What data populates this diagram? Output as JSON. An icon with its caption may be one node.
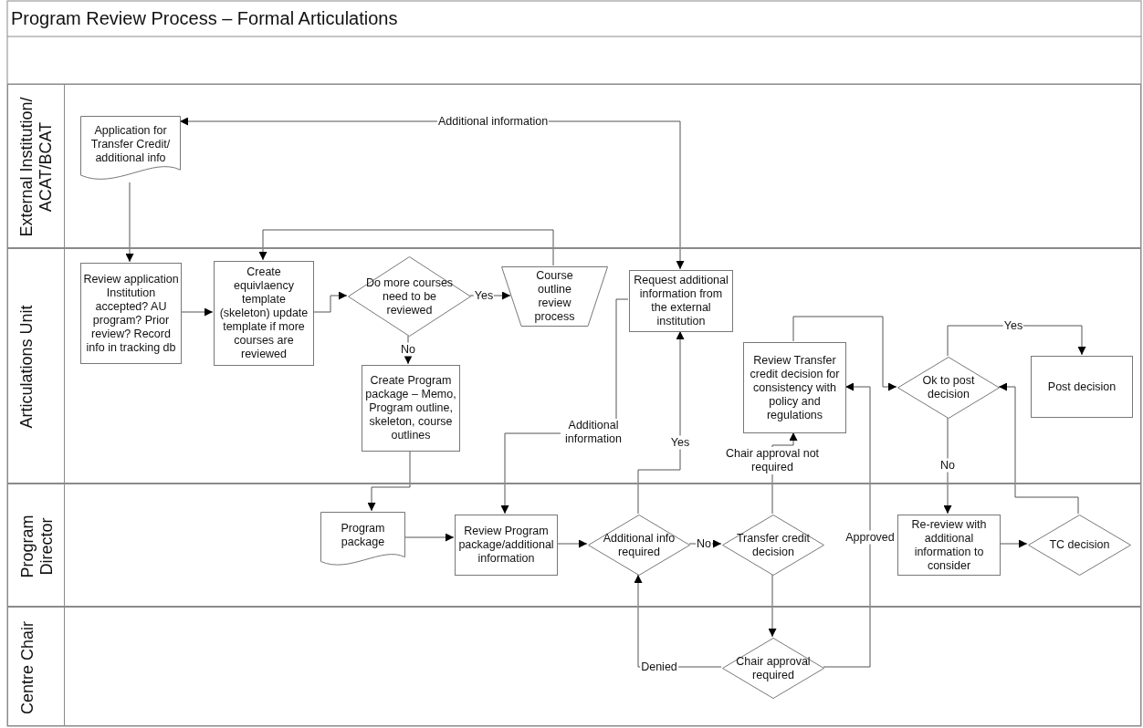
{
  "diagram": {
    "title": "Program Review Process – Formal Articulations",
    "nodes": [
      {
        "text": [
          "External Institution/ ACAT/BCAT"
        ]
      },
      {
        "text": [
          "Application for Transfer Credit/ additional info"
        ],
        "in": 0
      },
      {
        "text": [
          "Articulations Unit"
        ]
      },
      {
        "text": [
          "Review application Institution accepted? AU program? Prior review? Record info in tracking db"
        ],
        "in": 2
      },
      {
        "text": [
          "Create equivlaency template (skeleton) update template if more courses are reviewed"
        ],
        "in": 2
      },
      {
        "text": [
          "Do more courses need to be reviewed"
        ],
        "in": 2
      },
      {
        "text": [
          "Course outline review process"
        ],
        "in": 2
      },
      {
        "text": [
          "Request additional information from the external institution"
        ],
        "in": 2
      },
      {
        "text": [
          "Create Program package – Memo, Program outline, skeleton, course outlines"
        ],
        "in": 2
      },
      {
        "text": [
          "Review Transfer credit decision for consistency with policy and regulations"
        ],
        "in": 2
      },
      {
        "text": [
          "Ok to post decision"
        ],
        "in": 2
      },
      {
        "text": [
          "Post decision"
        ],
        "in": 2
      },
      {
        "text": [
          "Program Director"
        ]
      },
      {
        "text": [
          "Program package"
        ],
        "in": 12
      },
      {
        "text": [
          "Review Program package/additional information"
        ],
        "in": 12
      },
      {
        "text": [
          "Additional info required"
        ],
        "in": 12
      },
      {
        "text": [
          "Transfer credit decision"
        ],
        "in": 12
      },
      {
        "text": [
          "Re-review with additional information to consider"
        ],
        "in": 12
      },
      {
        "text": [
          "TC decision"
        ],
        "in": 12
      },
      {
        "text": [
          "Centre Chair"
        ]
      },
      {
        "text": [
          "Chair approval required"
        ],
        "in": 19
      }
    ],
    "edges": [
      {
        "from": 1,
        "to": 3,
        "arrow": "to"
      },
      {
        "from": 3,
        "to": 4,
        "arrow": "to"
      },
      {
        "from": 4,
        "to": 5,
        "arrow": "to"
      },
      {
        "from": 5,
        "to": 6,
        "arrow": "to",
        "label": "Yes"
      },
      {
        "from": 6,
        "to": 4,
        "arrow": "to"
      },
      {
        "from": 5,
        "to": 8,
        "arrow": "to",
        "label": "No"
      },
      {
        "from": 8,
        "to": 13,
        "arrow": "to"
      },
      {
        "from": 13,
        "to": 14,
        "arrow": "to"
      },
      {
        "from": 7,
        "to": 14,
        "arrow": "to",
        "label": "Additional information"
      },
      {
        "from": 7,
        "to": 1,
        "arrow": "both",
        "label": "Additional information"
      },
      {
        "from": 14,
        "to": 15,
        "arrow": "to"
      },
      {
        "from": 15,
        "to": 7,
        "arrow": "to",
        "label": "Yes"
      },
      {
        "from": 15,
        "to": 16,
        "arrow": "to",
        "label": "No"
      },
      {
        "from": 16,
        "to": 9,
        "arrow": "to",
        "label": "Chair approval not required"
      },
      {
        "from": 16,
        "to": 20,
        "arrow": "to"
      },
      {
        "from": 20,
        "to": 15,
        "arrow": "to",
        "label": "Denied"
      },
      {
        "from": 20,
        "to": 9,
        "arrow": "to",
        "label": "Approved"
      },
      {
        "from": 9,
        "to": 10,
        "arrow": "to"
      },
      {
        "from": 10,
        "to": 11,
        "arrow": "to",
        "label": "Yes"
      },
      {
        "from": 10,
        "to": 17,
        "arrow": "to",
        "label": "No"
      },
      {
        "from": 17,
        "to": 18,
        "arrow": "to"
      },
      {
        "from": 18,
        "to": 10,
        "arrow": "to"
      }
    ]
  }
}
